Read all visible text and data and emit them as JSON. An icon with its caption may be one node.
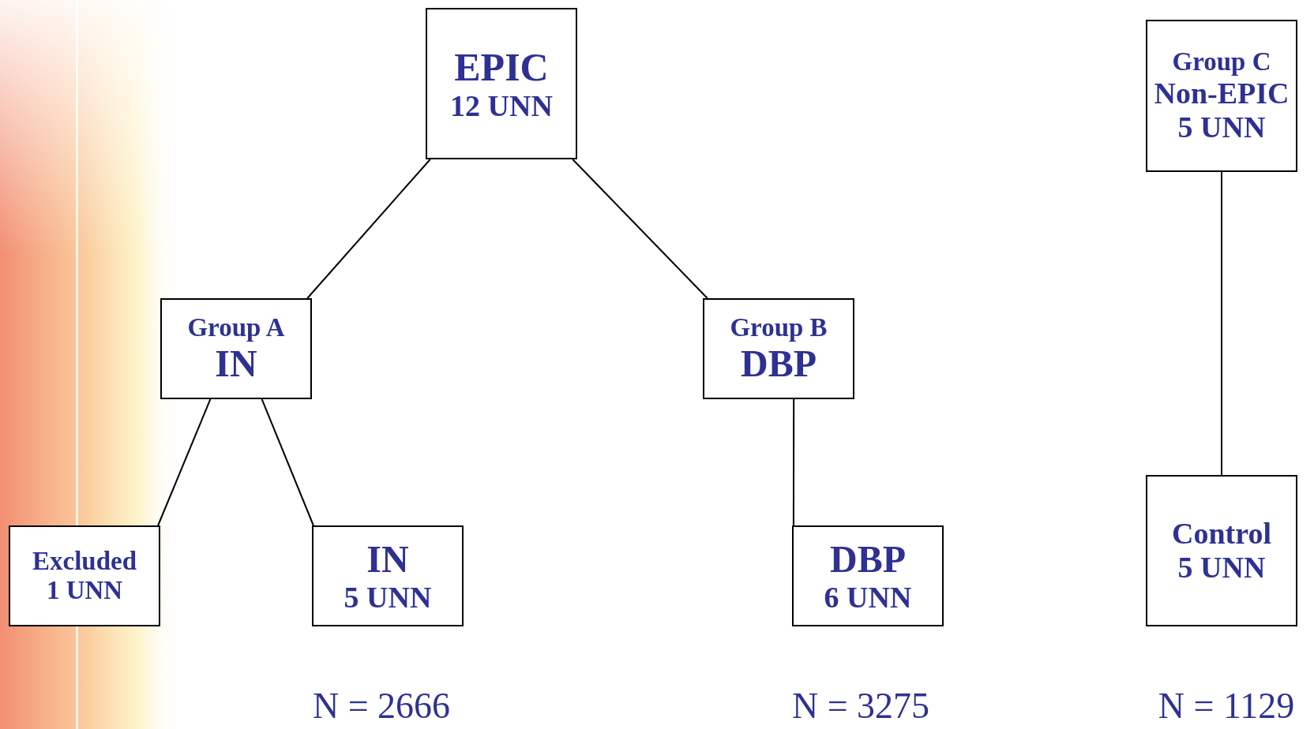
{
  "diagram": {
    "nodes": [
      {
        "text": [
          "EPIC",
          "12 UNN"
        ]
      },
      {
        "text": [
          "Group A",
          "IN"
        ]
      },
      {
        "text": [
          "Group B",
          "DBP"
        ]
      },
      {
        "text": [
          "Group C",
          "Non-EPIC",
          "5 UNN"
        ]
      },
      {
        "text": [
          "Excluded",
          "1 UNN"
        ]
      },
      {
        "text": [
          "IN",
          "5 UNN"
        ]
      },
      {
        "text": [
          "DBP",
          "6 UNN"
        ]
      },
      {
        "text": [
          "Control",
          "5 UNN"
        ]
      }
    ],
    "edges": [
      {
        "from": 0,
        "to": 1,
        "arrow": "none"
      },
      {
        "from": 0,
        "to": 2,
        "arrow": "none"
      },
      {
        "from": 1,
        "to": 4,
        "arrow": "none"
      },
      {
        "from": 1,
        "to": 5,
        "arrow": "none"
      },
      {
        "from": 2,
        "to": 6,
        "arrow": "none"
      },
      {
        "from": 3,
        "to": 7,
        "arrow": "none"
      }
    ],
    "labels": [
      "N = 2666",
      "N = 3275",
      "N = 1129"
    ]
  }
}
